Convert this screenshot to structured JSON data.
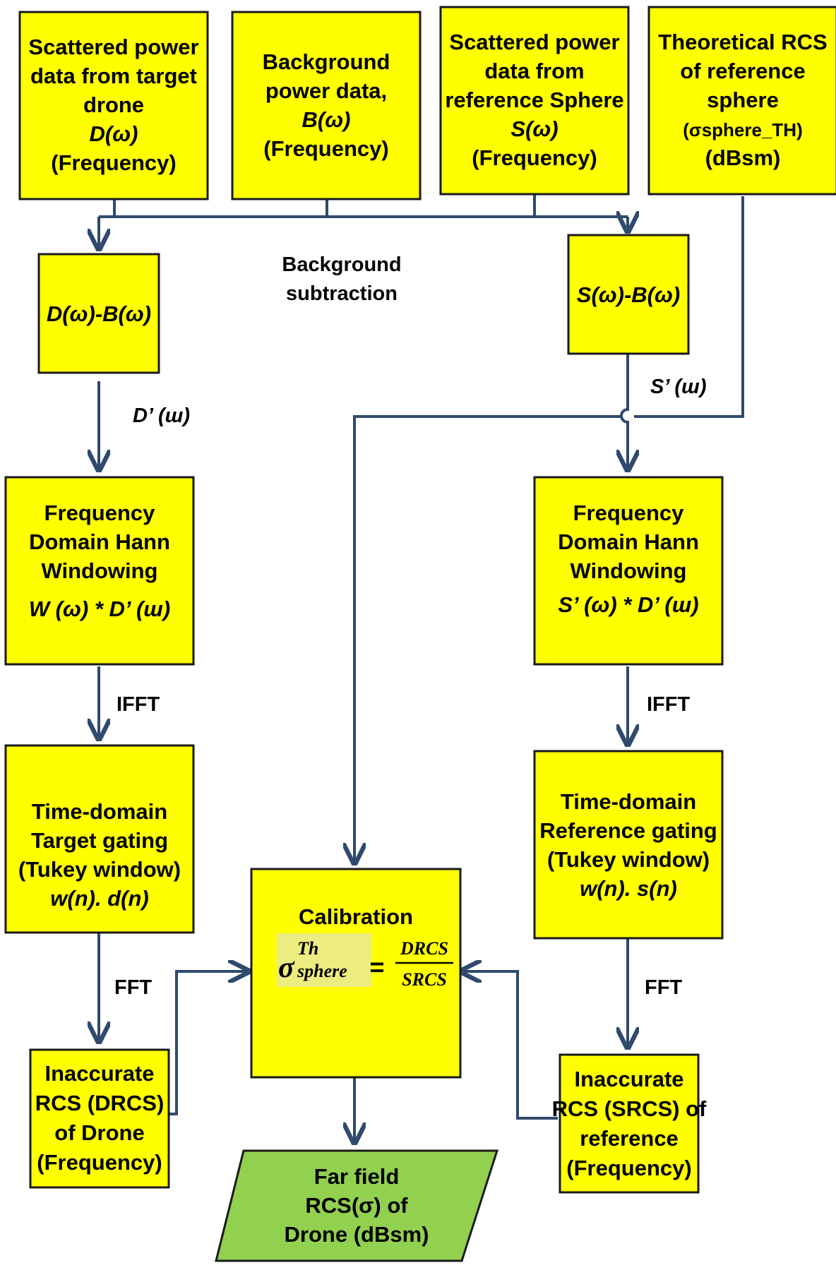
{
  "boxes": {
    "target_drone": [
      "Scattered power",
      "data from target",
      "drone",
      "D(ω)",
      "(Frequency)"
    ],
    "background": [
      "Background",
      "power data,",
      "B(ω)",
      "(Frequency)"
    ],
    "reference_sphere": [
      "Scattered power",
      "data from",
      "reference Sphere",
      "S(ω)",
      "(Frequency)"
    ],
    "theoretical_rcs": [
      "Theoretical RCS",
      "of reference",
      "sphere",
      "(σsphere_TH)",
      "(dBsm)"
    ],
    "d_minus_b": "D(ω)-B(ω)",
    "s_minus_b": "S(ω)-B(ω)",
    "hann_left": [
      "Frequency",
      "Domain Hann",
      "Windowing",
      "W (ω) * D’ (ɯ)"
    ],
    "hann_right": [
      "Frequency",
      "Domain Hann",
      "Windowing",
      "S’ (ω) * D’ (ɯ)"
    ],
    "gating_left": [
      "Time-domain",
      "Target gating",
      "(Tukey window)",
      "w(n). d(n)"
    ],
    "gating_right": [
      "Time-domain",
      "Reference gating",
      "(Tukey window)",
      "w(n). s(n)"
    ],
    "rcs_drone": [
      "Inaccurate",
      "RCS (DRCS)",
      "of Drone",
      "(Frequency)"
    ],
    "rcs_reference": [
      "Inaccurate",
      "RCS (SRCS) of",
      "reference",
      "(Frequency)"
    ],
    "calibration": {
      "title": "Calibration",
      "sigma": "σ",
      "superscript": "Th",
      "subscript": "sphere",
      "equals": "=",
      "numerator": "DRCS",
      "denominator": "SRCS"
    },
    "far_field": [
      "Far field",
      "RCS(σ) of",
      "Drone (dBsm)"
    ]
  },
  "labels": {
    "background_subtraction": [
      "Background",
      "subtraction"
    ],
    "d_prime": "D’ (ɯ)",
    "s_prime": "S’ (ɯ)",
    "ifft_left": "IFFT",
    "ifft_right": "IFFT",
    "fft_left": "FFT",
    "fft_right": "FFT"
  }
}
